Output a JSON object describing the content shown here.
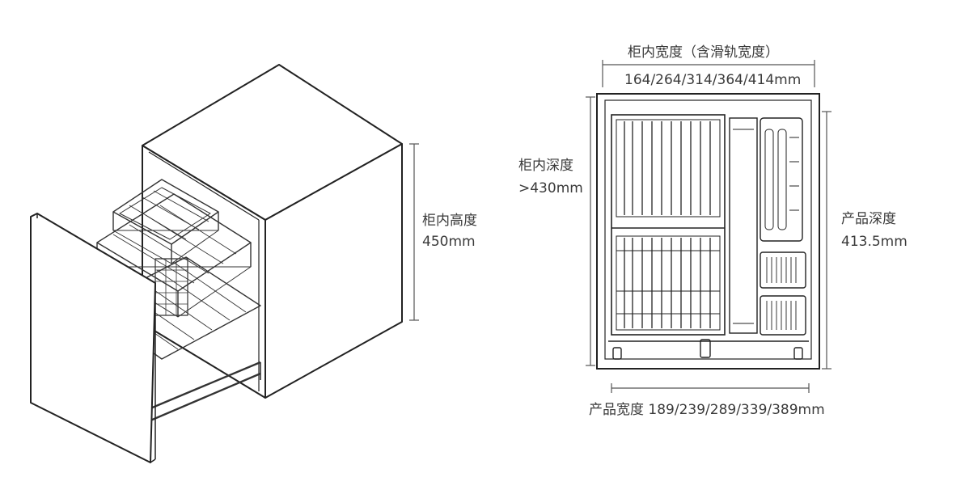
{
  "labels": {
    "cabinet_height": "柜内高度",
    "cabinet_height_value": "450mm",
    "cabinet_width": "柜内宽度（含滑轨宽度）",
    "cabinet_width_value": "164/264/314/364/414mm",
    "cabinet_depth": "柜内深度",
    "cabinet_depth_value": ">430mm",
    "product_depth": "产品深度",
    "product_depth_value": "413.5mm",
    "product_width": "产品宽度",
    "product_width_value": "189/239/289/339/389mm"
  },
  "colors": {
    "line": "#222222",
    "dim": "#555555",
    "text": "#3a3a3a"
  }
}
